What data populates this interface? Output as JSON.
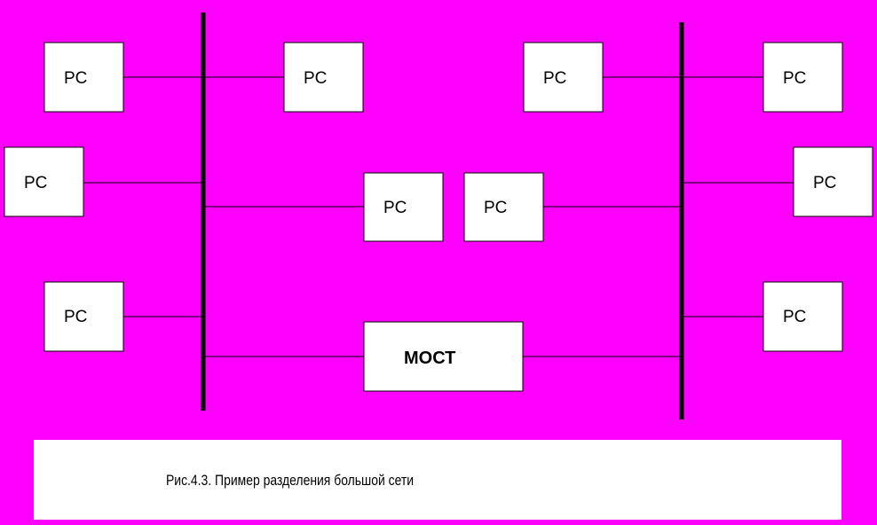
{
  "nodes": {
    "pc_label": "PC",
    "bridge_label": "МОСТ"
  },
  "caption": "Рис.4.3. Пример разделения большой сети",
  "colors": {
    "background": "#ff00ff",
    "box": "#ffffff",
    "line": "#000000"
  }
}
